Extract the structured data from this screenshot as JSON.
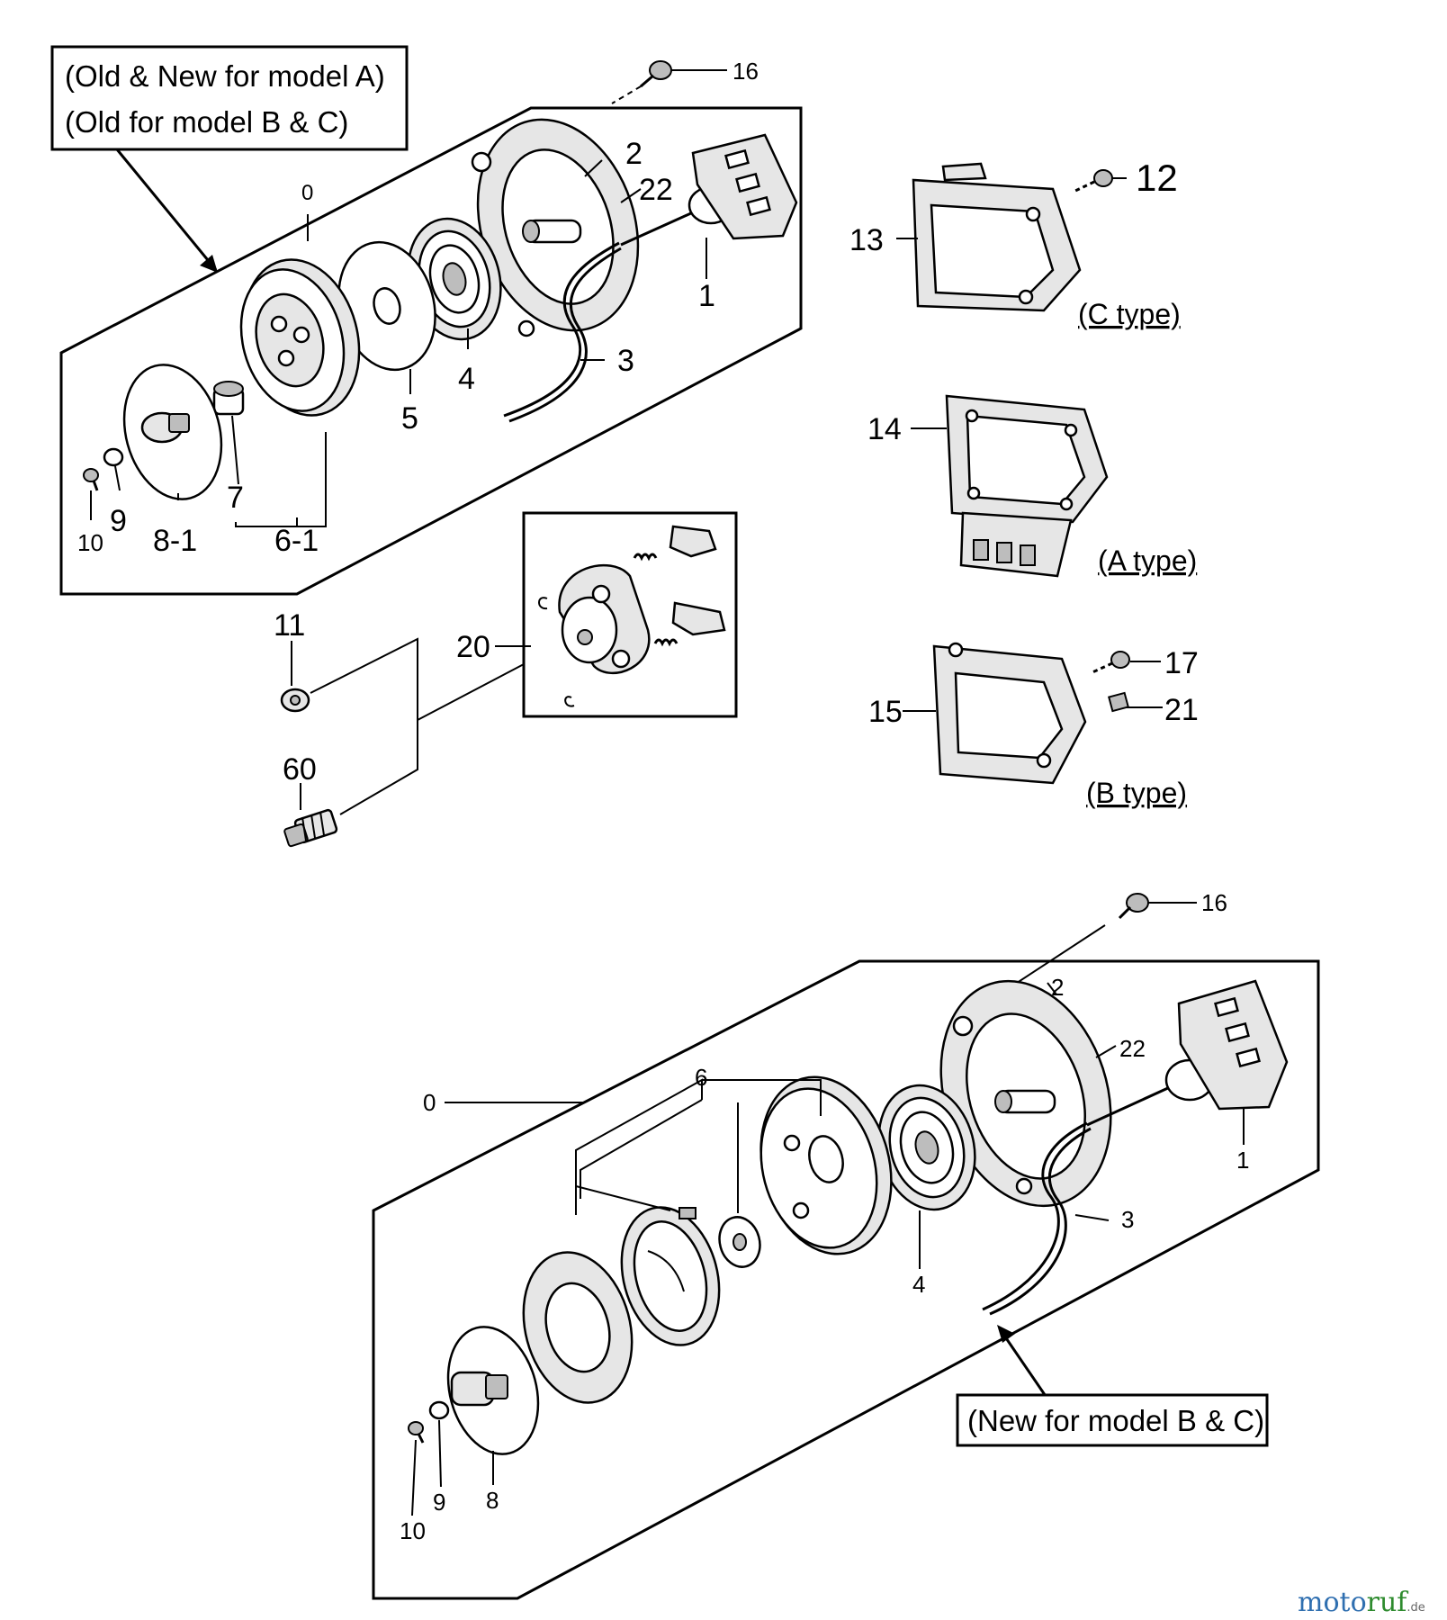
{
  "notes": {
    "top_line1": "(Old & New for model A)",
    "top_line2": "(Old for model B & C)",
    "bottom": "(New for model B & C)"
  },
  "types": {
    "c": "(C type)",
    "a": "(A type)",
    "b": "(B type)"
  },
  "top_labels": {
    "p0": "0",
    "p16": "16",
    "p2": "2",
    "p22": "22",
    "p1": "1",
    "p3": "3",
    "p4": "4",
    "p5": "5",
    "p7": "7",
    "p9": "9",
    "p10": "10",
    "p8_1": "8-1",
    "p6_1": "6-1"
  },
  "mid_labels": {
    "p12": "12",
    "p13": "13",
    "p14": "14",
    "p15": "15",
    "p17": "17",
    "p21": "21",
    "p11": "11",
    "p20": "20",
    "p60": "60"
  },
  "bottom_labels": {
    "p0": "0",
    "p16": "16",
    "p2": "2",
    "p22": "22",
    "p1": "1",
    "p3": "3",
    "p4": "4",
    "p6": "6",
    "p8": "8",
    "p9": "9",
    "p10": "10"
  },
  "watermark": {
    "a": "moto",
    "b": "ruf",
    "c": ".de"
  }
}
